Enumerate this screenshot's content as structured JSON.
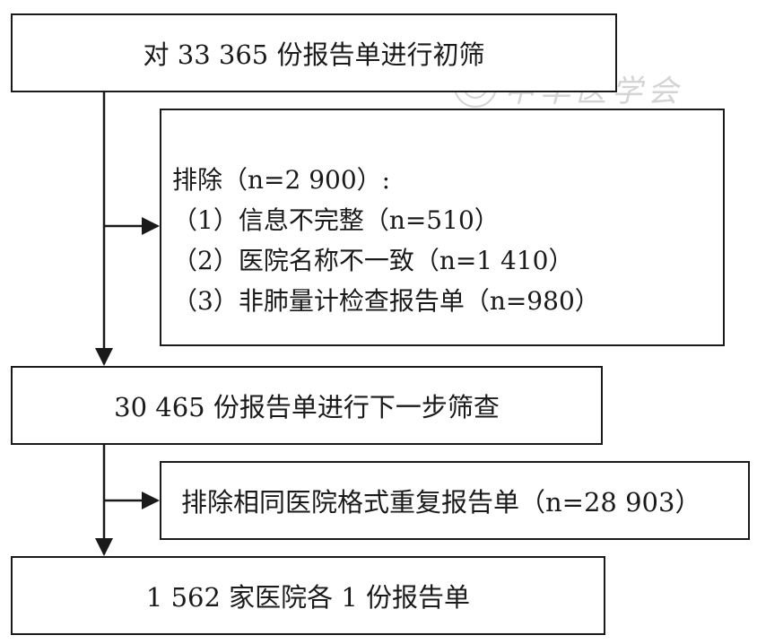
{
  "boxes": {
    "initial": "对 33 365 份报告单进行初筛",
    "exclusion1": {
      "title": "排除（n=2 900）:",
      "items": [
        "（1）信息不完整（n=510）",
        "（2）医院名称不一致（n=1 410）",
        "（3）非肺量计检查报告单（n=980）"
      ]
    },
    "next": "30 465 份报告单进行下一步筛查",
    "exclusion2": "排除相同医院格式重复报告单（n=28 903）",
    "final": "1 562 家医院各 1 份报告单"
  },
  "watermark": "中华医学会"
}
